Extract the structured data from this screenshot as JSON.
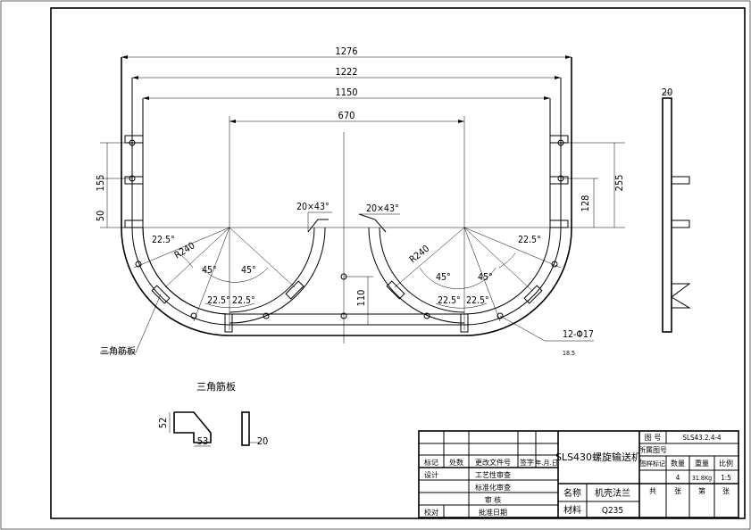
{
  "dims": {
    "w1276": "1276",
    "w1222": "1222",
    "w1150": "1150",
    "w670": "670",
    "h155": "155",
    "h50": "50",
    "h255": "255",
    "h128": "128",
    "h110": "110",
    "side20": "20",
    "tri52": "52",
    "tri53": "53",
    "plate20": "20"
  },
  "annotations": {
    "notch_left": "20×43°",
    "notch_right": "20×43°",
    "ang22_tl": "22.5°",
    "ang22_tr": "22.5°",
    "r240_left": "R240",
    "r240_right": "R240",
    "ang45_l1": "45°",
    "ang45_l2": "45°",
    "ang45_r1": "45°",
    "ang45_r2": "45°",
    "ang22_bl1": "22.5°",
    "ang22_bl2": "22.5°",
    "ang22_br1": "22.5°",
    "ang22_br2": "22.5°",
    "holes": "12-Φ17",
    "hole_sub": "18.5",
    "triangle_leader": "三角筋板",
    "triangle_title": "三角筋板"
  },
  "title_block": {
    "drawing_no_label": "图 号",
    "drawing_no": "SLS43.2.4-4",
    "assembly_no_label": "所属图号",
    "product": "SLS430螺旋输送机",
    "sheet_mark_label": "图样标记",
    "qty_label": "数量",
    "weight_label": "重量",
    "scale_label": "比例",
    "qty": "4",
    "weight": "31.8Kg",
    "scale": "1:5",
    "total_label": "共",
    "sheets_label": "张",
    "sheet_no_label": "第",
    "sheet_label": "张",
    "rev_mark": "标记",
    "rev_count": "处数",
    "rev_doc": "更改文件号",
    "rev_sign": "签字",
    "rev_date": "年.月.日",
    "design": "设计",
    "process_review": "工艺性审查",
    "standard_review": "标准化审查",
    "review": "审 核",
    "check": "校对",
    "approve_date": "批准日期",
    "name_label": "名称",
    "name": "机壳法兰",
    "material_label": "材料",
    "material": "Q235"
  }
}
